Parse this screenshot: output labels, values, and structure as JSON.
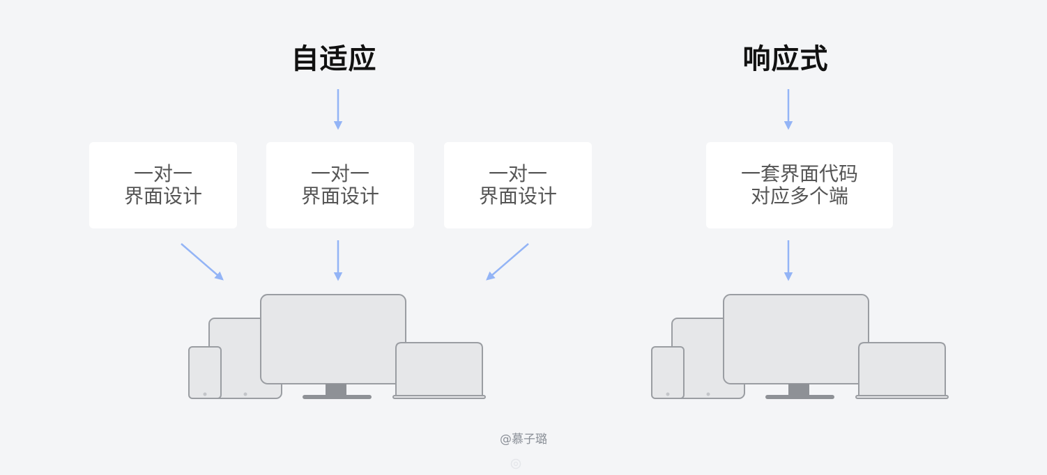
{
  "left": {
    "title": "自适应",
    "cards": [
      {
        "line1": "一对一",
        "line2": "界面设计"
      },
      {
        "line1": "一对一",
        "line2": "界面设计"
      },
      {
        "line1": "一对一",
        "line2": "界面设计"
      }
    ]
  },
  "right": {
    "title": "响应式",
    "card": {
      "line1": "一套界面代码",
      "line2": "对应多个端"
    }
  },
  "watermark": "@慕子璐",
  "colors": {
    "background": "#f4f5f7",
    "arrow": "#93b4f6",
    "device_fill": "#e6e7e9",
    "device_stroke": "#9a9da2",
    "stand": "#8e9196"
  }
}
